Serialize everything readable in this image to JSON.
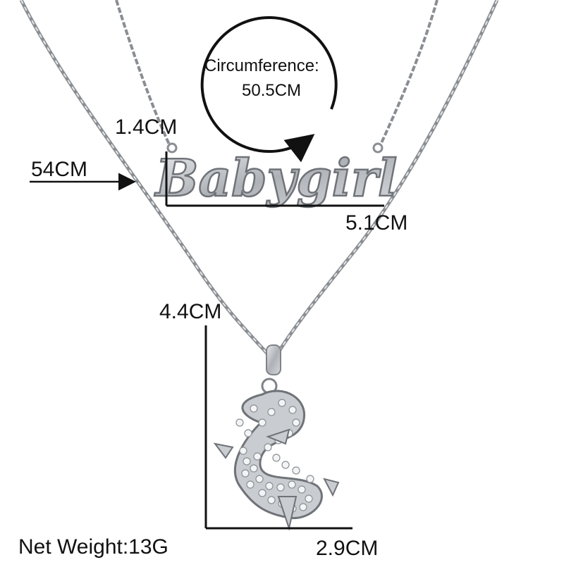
{
  "image": {
    "description_kind": "product-photo",
    "subject": "layered silver necklace",
    "colors": {
      "background": "#ffffff",
      "metal": "#b9bcc0",
      "metal_dark": "#7f8388",
      "annotation": "#111111"
    }
  },
  "annotations": {
    "circumference_label": "Circumference:",
    "circumference_value": "50.5CM",
    "nameplate_height": "1.4CM",
    "chain_length": "54CM",
    "nameplate_width": "5.1CM",
    "pendant_height": "4.4CM",
    "pendant_width": "2.9CM",
    "net_weight": "Net Weight:13G"
  },
  "nameplate": {
    "text": "Babygirl"
  }
}
